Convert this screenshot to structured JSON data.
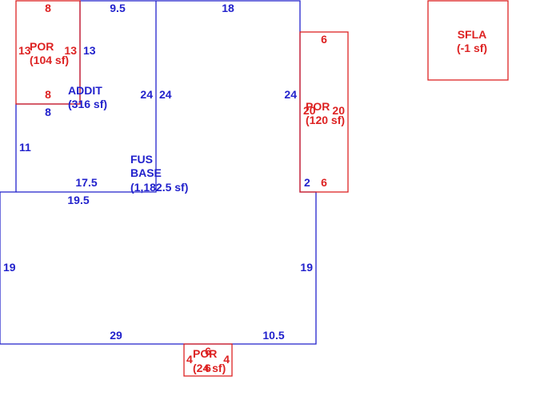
{
  "colors": {
    "main_area": "#2222cc",
    "porch_area": "#dd2222"
  },
  "areas": {
    "fus_base": {
      "line1": "FUS",
      "line2": "BASE",
      "line3": "(1,182.5 sf)"
    },
    "addit": {
      "line1": "ADDIT",
      "line2": "(316 sf)"
    },
    "por_top_left": {
      "line1": "POR",
      "line2": "(104 sf)"
    },
    "por_right": {
      "line1": "POR",
      "line2": "(120 sf)"
    },
    "por_bottom": {
      "line1": "POR",
      "line2": "(24 sf)"
    },
    "sfla": {
      "line1": "SFLA",
      "line2": "(-1 sf)"
    }
  },
  "dimensions": {
    "blue_top_9_5": "9.5",
    "blue_top_18": "18",
    "blue_13": "13",
    "blue_8": "8",
    "blue_11": "11",
    "blue_24_addit": "24",
    "blue_24_left": "24",
    "blue_24_right": "24",
    "blue_17_5": "17.5",
    "blue_19_5": "19.5",
    "blue_2": "2",
    "blue_19_left": "19",
    "blue_19_right": "19",
    "blue_29": "29",
    "blue_10_5": "10.5",
    "red_8_top": "8",
    "red_13_left": "13",
    "red_13_right": "13",
    "red_8_bottom": "8",
    "red_6_top": "6",
    "red_20_left": "20",
    "red_20_right": "20",
    "red_6_bottom": "6",
    "red_6_bp_top": "6",
    "red_4_left": "4",
    "red_4_right": "4",
    "red_6_bp_bottom": "6"
  }
}
